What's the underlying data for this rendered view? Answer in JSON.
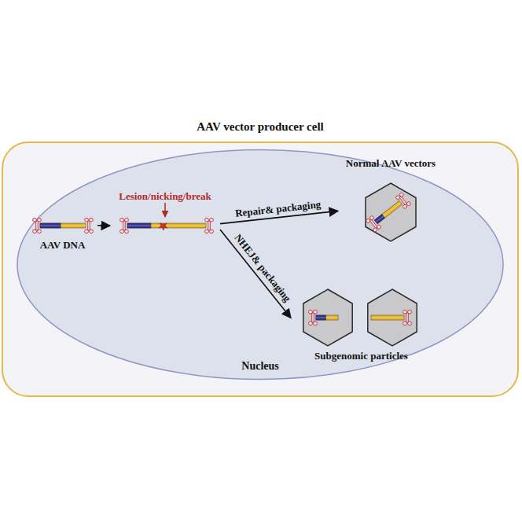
{
  "diagram": {
    "title": "AAV vector producer cell",
    "nodes": [
      {
        "text": [
          "AAV vector producer cell"
        ]
      },
      {
        "text": [
          "Nucleus"
        ],
        "in": 0
      },
      {
        "text": [
          "AAV DNA"
        ],
        "in": 1
      },
      {
        "text": [
          "Lesion/nicking/break"
        ],
        "in": 1
      },
      {
        "text": [
          "Normal AAV vectors"
        ],
        "in": 1
      },
      {
        "text": [
          "Subgenomic particles"
        ],
        "in": 1
      }
    ],
    "edges": [
      {
        "from": 2,
        "to": 3,
        "arrow": "to"
      },
      {
        "from": 3,
        "to": 4,
        "label": "Repair& packaging",
        "arrow": "to"
      },
      {
        "from": 3,
        "to": 5,
        "label": "NHEJ& packaging",
        "arrow": "to"
      }
    ]
  }
}
